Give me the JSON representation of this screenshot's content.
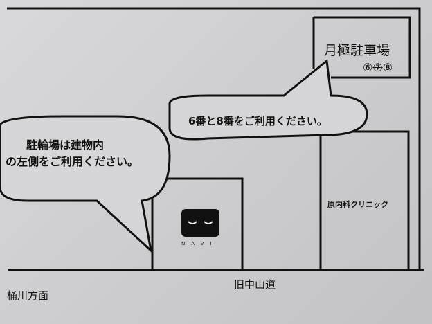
{
  "map": {
    "parking": {
      "title": "月極駐車場",
      "spaces": [
        "⑥",
        "⑦",
        "⑧"
      ],
      "crossed_out": "⑦"
    },
    "parking_note": "6番と8番をご利用ください。",
    "bicycle_note": {
      "line1": "駐輪場は建物内",
      "line2": "の左側をご利用ください。"
    },
    "clinic": "原内科クリニック",
    "building_logo": "NAVI",
    "road": "旧中山道",
    "direction": "桶川方面"
  }
}
